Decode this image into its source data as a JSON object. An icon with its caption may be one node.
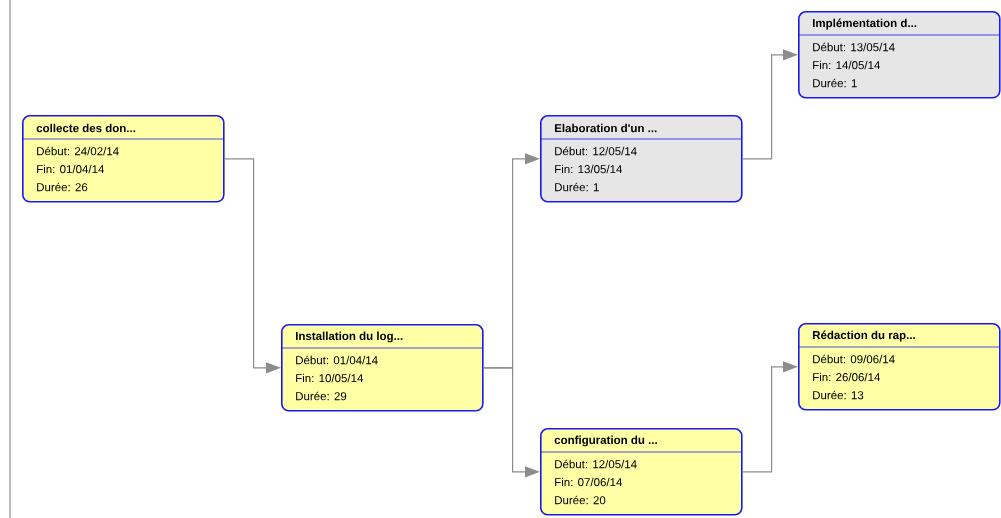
{
  "diagram": {
    "nodes": [
      {
        "text": [
          "collecte des don...",
          "Début: 24/02/14",
          "Fin: 01/04/14",
          "Durée: 26"
        ]
      },
      {
        "text": [
          "Installation du log...",
          "Début: 01/04/14",
          "Fin: 10/05/14",
          "Durée: 29"
        ]
      },
      {
        "text": [
          "Elaboration d'un ...",
          "Début: 12/05/14",
          "Fin: 13/05/14",
          "Durée: 1"
        ]
      },
      {
        "text": [
          "Implémentation d...",
          "Début: 13/05/14",
          "Fin: 14/05/14",
          "Durée: 1"
        ]
      },
      {
        "text": [
          "Rédaction du rap...",
          "Début: 09/06/14",
          "Fin: 26/06/14",
          "Durée: 13"
        ]
      },
      {
        "text": [
          "configuration du ...",
          "Début: 12/05/14",
          "Fin: 07/06/14",
          "Durée: 20"
        ]
      }
    ],
    "edges": [
      {
        "from": 0,
        "to": 1,
        "arrow": "to"
      },
      {
        "from": 1,
        "to": 2,
        "arrow": "to"
      },
      {
        "from": 1,
        "to": 5,
        "arrow": "to"
      },
      {
        "from": 2,
        "to": 3,
        "arrow": "to"
      },
      {
        "from": 5,
        "to": 4,
        "arrow": "to"
      }
    ]
  }
}
